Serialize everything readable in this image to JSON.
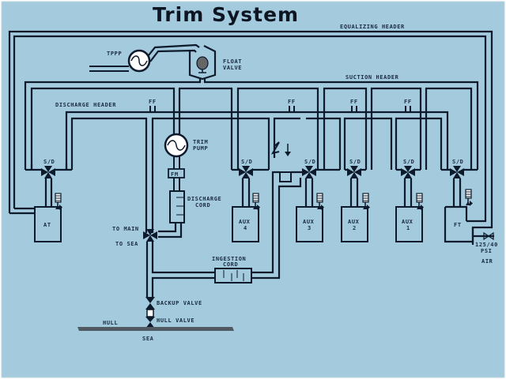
{
  "title": "Trim System",
  "colors": {
    "background": "#a3cadd",
    "pipe": "#0d1a2c",
    "hull": "#505a62"
  },
  "headers": {
    "equalizing": "EQUALIZING HEADER",
    "suction": "SUCTION HEADER",
    "discharge": "DISCHARGE HEADER"
  },
  "components": {
    "tppp": "TPPP",
    "float_valve_1": "FLOAT",
    "float_valve_2": "VALVE",
    "trim_pump_1": "TRIM",
    "trim_pump_2": "PUMP",
    "flow_meter": "FM",
    "discharge_cord_1": "DISCHARGE",
    "discharge_cord_2": "CORD",
    "to_main": "TO MAIN",
    "to_sea": "TO SEA",
    "ingestion_cord_1": "INGESTION",
    "ingestion_cord_2": "CORD",
    "backup_valve": "BACKUP VALVE",
    "hull_valve": "HULL VALVE",
    "hull": "HULL",
    "sea": "SEA",
    "air_1": "125/40",
    "air_2": "PSI",
    "air_3": "AIR"
  },
  "ff_label": "FF",
  "sd_label": "S/D",
  "tanks": [
    {
      "line1": "AT",
      "line2": ""
    },
    {
      "line1": "AUX",
      "line2": "4"
    },
    {
      "line1": "AUX",
      "line2": "3"
    },
    {
      "line1": "AUX",
      "line2": "2"
    },
    {
      "line1": "AUX",
      "line2": "1"
    },
    {
      "line1": "FT",
      "line2": ""
    }
  ]
}
